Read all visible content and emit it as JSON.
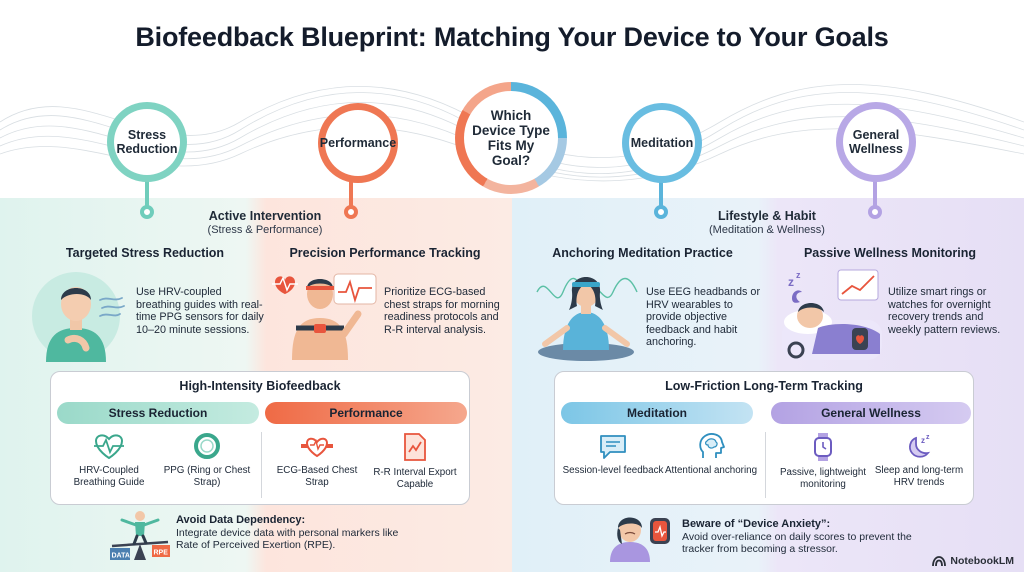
{
  "title": "Biofeedback Blueprint: Matching Your Device to Your Goals",
  "bubbles": {
    "stress": "Stress Reduction",
    "performance": "Performance",
    "center": "Which Device Type Fits My Goal?",
    "meditation": "Meditation",
    "wellness": "General Wellness"
  },
  "left_section": {
    "title": "Active Intervention",
    "subtitle": "(Stress & Performance)"
  },
  "right_section": {
    "title": "Lifestyle & Habit",
    "subtitle": "(Meditation & Wellness)"
  },
  "columns": [
    {
      "title": "Targeted Stress Reduction",
      "text": "Use HRV-coupled breathing guides with real-time PPG sensors for daily 10–20 minute sessions."
    },
    {
      "title": "Precision Performance Tracking",
      "text": "Prioritize ECG-based chest straps for morning readiness protocols and R-R interval analysis."
    },
    {
      "title": "Anchoring Meditation Practice",
      "text": "Use EEG headbands or HRV wearables to provide objective feedback and habit anchoring."
    },
    {
      "title": "Passive Wellness Monitoring",
      "text": "Utilize smart rings or watches for overnight recovery trends and weekly pattern reviews."
    }
  ],
  "left_panel": {
    "title": "High-Intensity Biofeedback",
    "band_a": "Stress Reduction",
    "band_b": "Performance",
    "items": [
      {
        "icon": "heart-wave-icon",
        "label": "HRV-Coupled Breathing Guide"
      },
      {
        "icon": "ring-icon",
        "label": "PPG (Ring or Chest Strap)"
      },
      {
        "icon": "chest-strap-icon",
        "label": "ECG-Based Chest Strap"
      },
      {
        "icon": "file-chart-icon",
        "label": "R-R Interval Export Capable"
      }
    ]
  },
  "right_panel": {
    "title": "Low-Friction Long-Term Tracking",
    "band_a": "Meditation",
    "band_b": "General Wellness",
    "items": [
      {
        "icon": "chat-bubble-icon",
        "label": "Session-level feedback"
      },
      {
        "icon": "brain-head-icon",
        "label": "Attentional anchoring"
      },
      {
        "icon": "watch-icon",
        "label": "Passive, lightweight monitoring"
      },
      {
        "icon": "sleep-moon-icon",
        "label": "Sleep and long-term HRV trends"
      }
    ]
  },
  "warnings": {
    "left_title": "Avoid Data Dependency:",
    "left_text": "Integrate device data with personal markers like Rate of Perceived Exertion (RPE).",
    "right_title": "Beware of “Device Anxiety”:",
    "right_text": "Avoid over-reliance on daily scores to prevent the tracker from becoming a stressor."
  },
  "scale_labels": {
    "data": "DATA",
    "rpe": "RPE"
  },
  "brand": "NotebookLM",
  "colors": {
    "teal": "#5fc8b4",
    "orange": "#ef6a45",
    "blue": "#5ab4db",
    "purple": "#a996e0"
  }
}
